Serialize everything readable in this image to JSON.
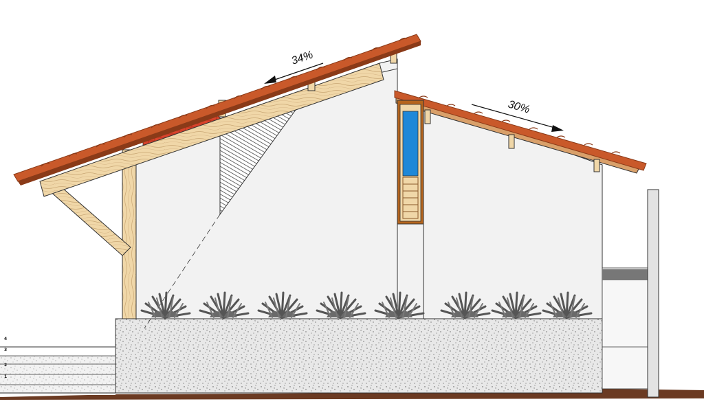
{
  "elevation": {
    "left_roof": {
      "slope_label": "34%"
    },
    "right_roof": {
      "slope_label": "30%"
    },
    "floor_layers": {
      "labels": [
        "4",
        "3",
        "2",
        "1"
      ]
    }
  },
  "colors": {
    "roof_tile": "#c9592a",
    "roof_tile_dark": "#8a3a18",
    "timber": "#f0d7a8",
    "timber_grain": "#c9a774",
    "brick": "#d9442c",
    "wall": "#f2f2f2",
    "glass": "#1e88d8",
    "foundation": "#e6e6e6",
    "ground": "#6b3a22",
    "plant": "#555555",
    "post": "#e3e3e3",
    "post_band": "#777777"
  },
  "icons": [
    "agave-plant-icon",
    "slope-arrow-icon"
  ]
}
